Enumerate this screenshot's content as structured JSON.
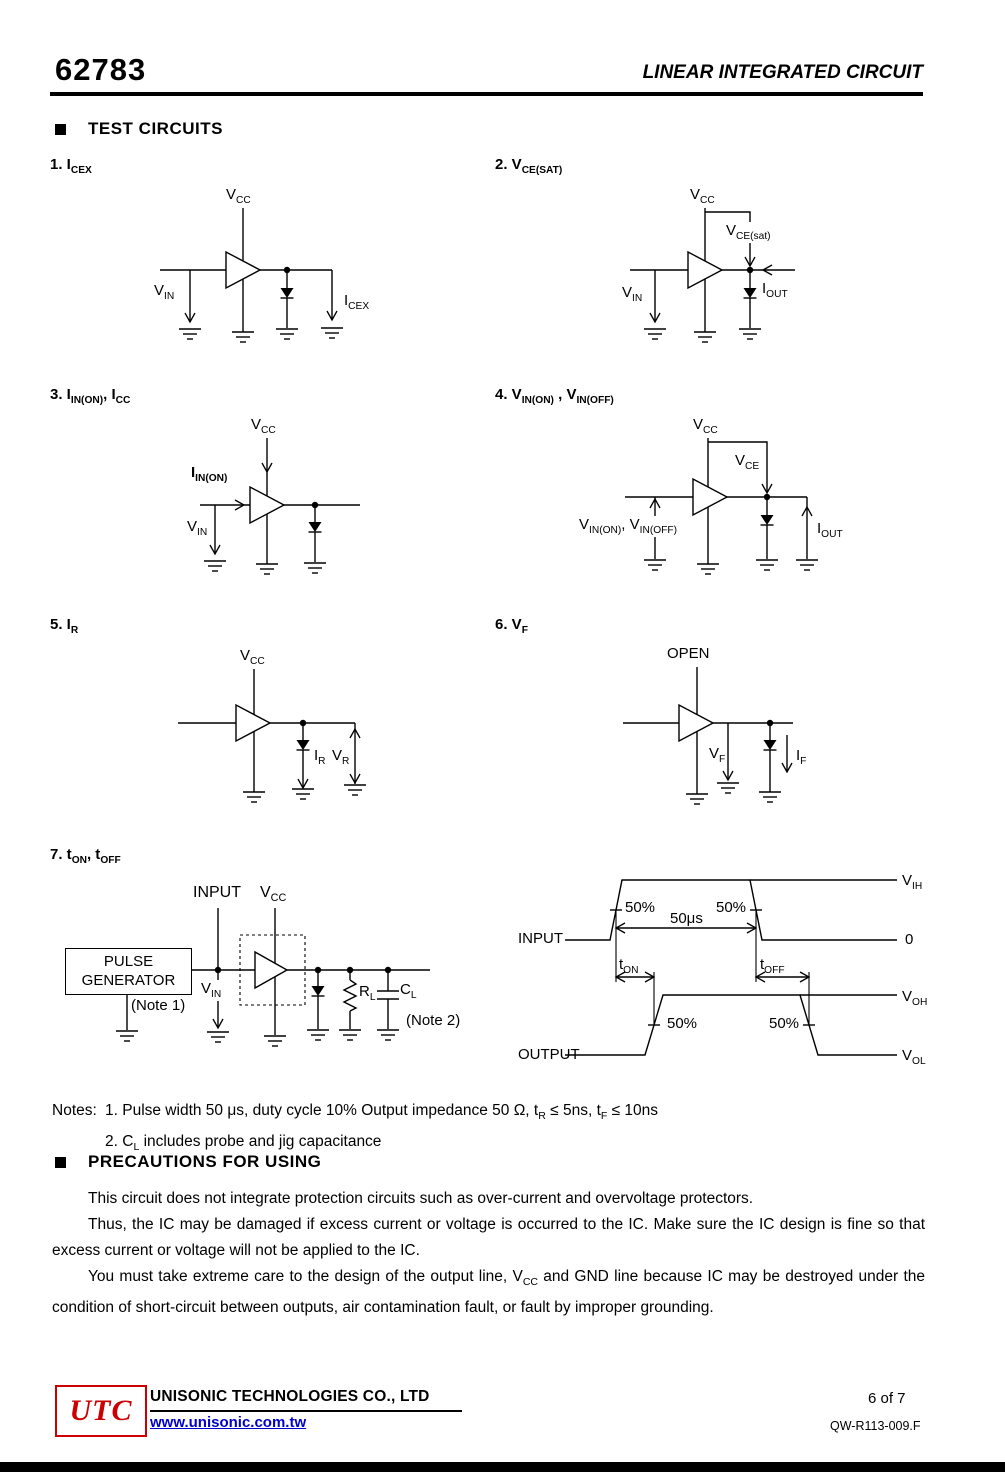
{
  "header": {
    "part_number": "62783",
    "doc_title": "LINEAR INTEGRATED CIRCUIT"
  },
  "sections": {
    "test_circuits": "TEST CIRCUITS",
    "precautions": "PRECAUTIONS FOR USING"
  },
  "circuits": {
    "c1": {
      "title": "1. I|CEX",
      "vcc": "V|CC",
      "vin": "V|IN",
      "icex": "I|CEX"
    },
    "c2": {
      "title": "2. V|CE(SAT)",
      "vcc": "V|CC",
      "vce_sat": "V|CE(sat)",
      "vin": "V|IN",
      "iout": "I|OUT"
    },
    "c3": {
      "title": "3. I|IN(ON)|, I|CC",
      "vcc": "V|CC",
      "iin_on": "I|IN(ON)",
      "vin": "V|IN"
    },
    "c4": {
      "title": "4. V|IN(ON)| , V|IN(OFF)",
      "vcc": "V|CC",
      "vce": "V|CE",
      "vin_on_off": "V|IN(ON)|, V|IN(OFF)",
      "iout": "I|OUT"
    },
    "c5": {
      "title": "5. I|R",
      "vcc": "V|CC",
      "ir": "I|R",
      "vr": "V|R"
    },
    "c6": {
      "title": "6. V|F",
      "open": "OPEN",
      "vf": "V|F",
      "if": "I|F"
    },
    "c7": {
      "title": "7. t|ON|, t|OFF",
      "input": "INPUT",
      "vcc": "V|CC",
      "pulse_gen_line1": "PULSE",
      "pulse_gen_line2": "GENERATOR",
      "note1": "(Note 1)",
      "vin": "V|IN",
      "rl": "R|L",
      "cl": "C|L",
      "note2": "(Note 2)"
    }
  },
  "timing": {
    "input": "INPUT",
    "output": "OUTPUT",
    "rise_pct_in": "50%",
    "fall_pct_in": "50%",
    "rise_pct_out": "50%",
    "fall_pct_out": "50%",
    "pulse_width": "50μs",
    "ton": "t|ON",
    "toff": "t|OFF",
    "vih": "V|IH",
    "zero": "0",
    "voh": "V|OH",
    "vol": "V|OL"
  },
  "notes": {
    "prefix": "Notes:",
    "note1": "1. Pulse width 50 μs, duty cycle 10% Output impedance 50 Ω, t|R| ≤ 5ns, t|F| ≤ 10ns",
    "note2": "2. C|L| includes probe and jig capacitance"
  },
  "precautions": {
    "p1": "This circuit does not integrate protection circuits such as over-current and overvoltage protectors.",
    "p2": "Thus, the IC may be damaged if excess current or voltage is occurred to the IC. Make sure the IC design is fine so that excess current or voltage will not be applied to the IC.",
    "p3": "You must take extreme care to the design of the output line, V|CC| and GND line because IC may be destroyed under the condition of short-circuit between outputs, air contamination fault, or fault by improper grounding."
  },
  "footer": {
    "logo_text": "UTC",
    "company": "UNISONIC TECHNOLOGIES CO., LTD",
    "website": "www.unisonic.com.tw",
    "page_info": "6 of 7",
    "doc_code": "QW-R113-009.F"
  },
  "colors": {
    "logo_red": "#cc0000",
    "link_blue": "#0000cc"
  }
}
